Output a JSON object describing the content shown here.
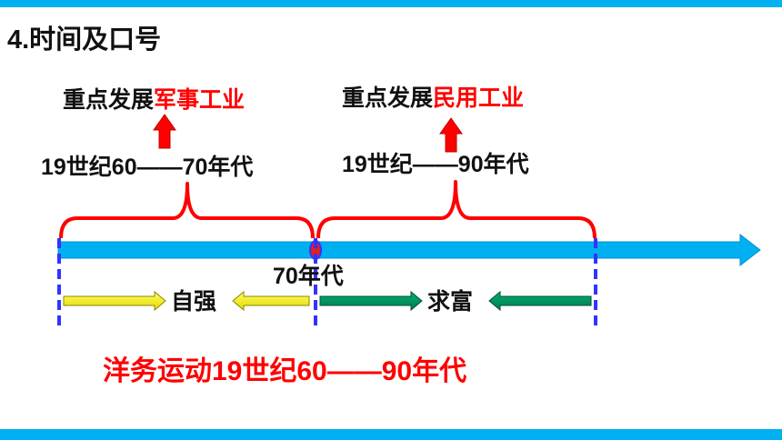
{
  "header": {
    "title": "4.时间及口号"
  },
  "stage1": {
    "focus_prefix": "重点发展",
    "focus_highlight": "军事工业",
    "period": "19世纪60——70年代",
    "slogan": "自强"
  },
  "stage2": {
    "focus_prefix": "重点发展",
    "focus_highlight": "民用工业",
    "period": "19世纪——90年代",
    "slogan": "求富"
  },
  "timeline": {
    "midpoint_label": "70年代"
  },
  "summary": "洋务运动19世纪60——90年代",
  "colors": {
    "band": "#00b0f0",
    "timeline": "#00b0f0",
    "brace": "#ff0000",
    "highlight": "#ff0000",
    "divider": "#3333ff",
    "arrow_stage1": "#ffff00",
    "arrow_stage2": "#00a060"
  }
}
